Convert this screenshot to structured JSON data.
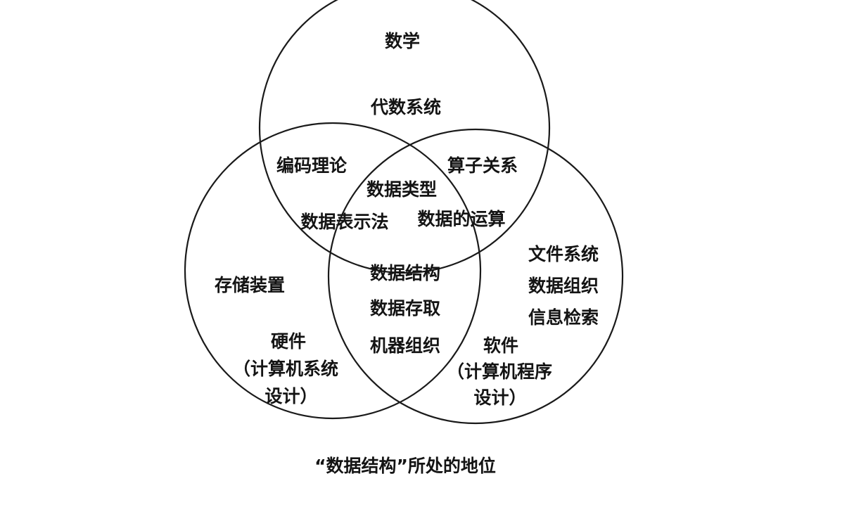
{
  "top_circle": {
    "title": "数学",
    "items": [
      "代数系统"
    ]
  },
  "top_left_overlap": [
    "编码理论"
  ],
  "top_right_overlap": [
    "算子关系"
  ],
  "upper_center": [
    "数据类型",
    "数据表示法",
    "数据的运算"
  ],
  "center": [
    "数据结构",
    "数据存取",
    "机器组织"
  ],
  "left_circle": {
    "items": [
      "存储装置"
    ],
    "title_lines": [
      "硬件",
      "（计算机系统",
      "设计）"
    ]
  },
  "right_circle": {
    "items": [
      "文件系统",
      "数据组织",
      "信息检索"
    ],
    "title_lines": [
      "软件",
      "（计算机程序",
      "设计）"
    ]
  },
  "caption": "“数据结构”所处的地位"
}
